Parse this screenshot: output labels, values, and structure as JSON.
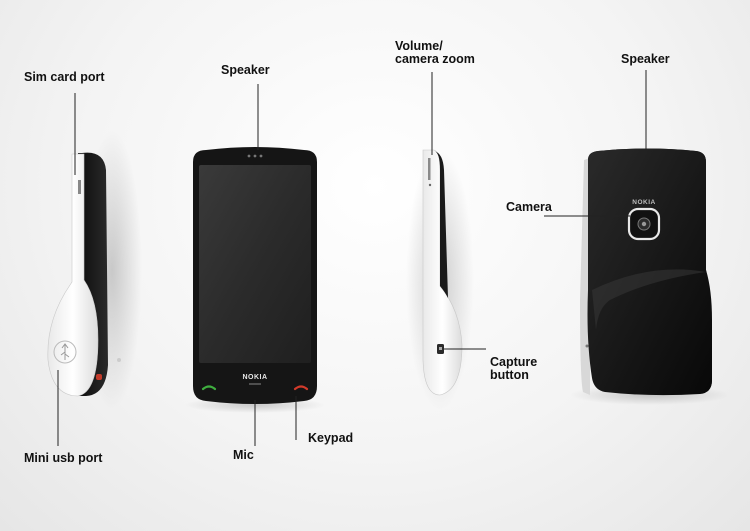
{
  "labels": {
    "sim_card_port": "Sim card port",
    "mini_usb_port": "Mini usb port",
    "speaker_front": "Speaker",
    "mic": "Mic",
    "keypad": "Keypad",
    "volume_line1": "Volume/",
    "volume_line2": "camera zoom",
    "capture_line1": "Capture",
    "capture_line2": "button",
    "speaker_back": "Speaker",
    "camera": "Camera"
  },
  "brand": {
    "front": "NOKIA",
    "back": "NOKIA"
  },
  "colors": {
    "body_dark": "#1b1b1b",
    "screen": "#2e2e2e",
    "shell_white": "#f7f7f7",
    "call_green": "#3fae3f",
    "end_red": "#d23a2a"
  },
  "icons": [
    "call-icon",
    "end-call-icon",
    "camera-lens-icon",
    "capture-icon",
    "usb-icon"
  ]
}
